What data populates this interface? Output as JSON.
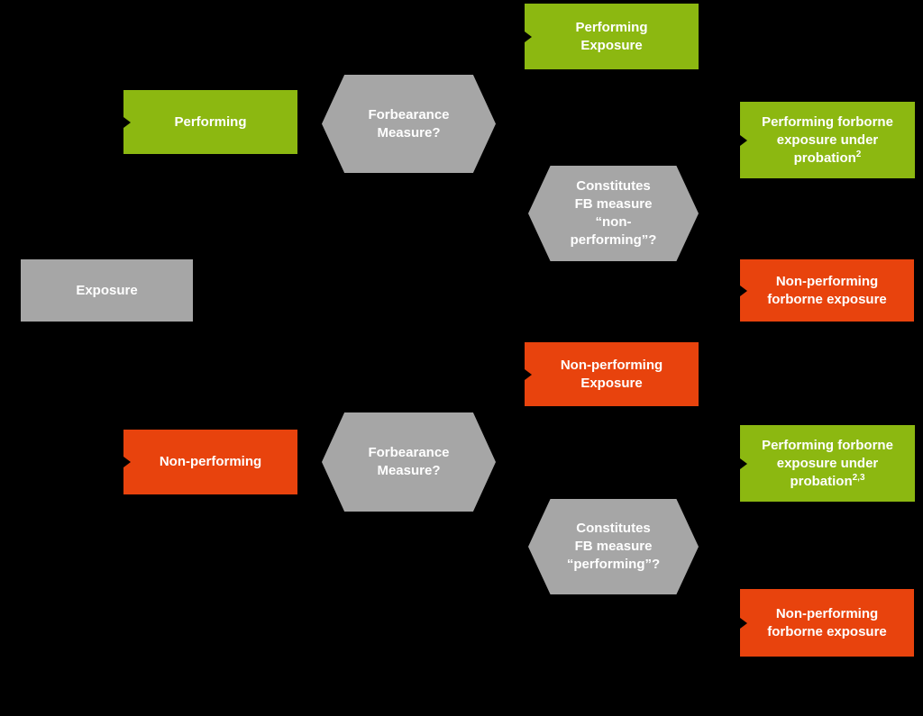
{
  "palette": {
    "green": "#8CB811",
    "red": "#E8430D",
    "gray": "#A6A6A6",
    "background": "#000000",
    "text": "#FFFFFF"
  },
  "diagram": {
    "type": "flowchart",
    "nodes": {
      "exposure": {
        "label": "Exposure",
        "shape": "rectangle",
        "color": "gray"
      },
      "performing": {
        "label": "Performing",
        "shape": "rectangle",
        "color": "green"
      },
      "nonperforming": {
        "label": "Non-performing",
        "shape": "rectangle",
        "color": "red"
      },
      "fb_top": {
        "label": "Forbearance\nMeasure?",
        "shape": "hexagon",
        "color": "gray"
      },
      "fb_bottom": {
        "label": "Forbearance\nMeasure?",
        "shape": "hexagon",
        "color": "gray"
      },
      "performing_exposure": {
        "label": "Performing\nExposure",
        "shape": "rectangle",
        "color": "green"
      },
      "nonperforming_exposure": {
        "label": "Non-performing\nExposure",
        "shape": "rectangle",
        "color": "red"
      },
      "constitutes_np": {
        "label": "Constitutes\nFB measure\n“non-\nperforming”?",
        "shape": "hexagon",
        "color": "gray"
      },
      "constitutes_p": {
        "label": "Constitutes\nFB measure\n“performing”?",
        "shape": "hexagon",
        "color": "gray"
      },
      "green_probation": {
        "label": "Performing forborne\nexposure under\nprobation",
        "sup": "2",
        "shape": "rectangle",
        "color": "green"
      },
      "red_forborne_top": {
        "label": "Non-performing\nforborne exposure",
        "shape": "rectangle",
        "color": "red"
      },
      "green_probation23": {
        "label": "Performing forborne\nexposure under\nprobation",
        "sup": "2,3",
        "shape": "rectangle",
        "color": "green"
      },
      "red_forborne_bottom": {
        "label": "Non-performing\nforborne exposure",
        "shape": "rectangle",
        "color": "red"
      }
    }
  }
}
